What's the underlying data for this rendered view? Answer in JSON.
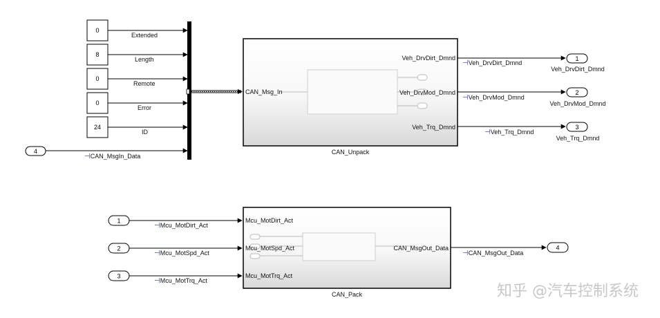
{
  "constants": [
    {
      "value": "0",
      "signal": "Extended"
    },
    {
      "value": "8",
      "signal": "Length"
    },
    {
      "value": "0",
      "signal": "Remote"
    },
    {
      "value": "0",
      "signal": "Error"
    },
    {
      "value": "24",
      "signal": "ID"
    }
  ],
  "inport_data": {
    "number": "4",
    "signal": "CAN_MsgIn_Data"
  },
  "unpack": {
    "name": "CAN_Unpack",
    "input_port": "CAN_Msg_In",
    "outputs": [
      "Veh_DrvDirt_Dmnd",
      "Veh_DrvMod_Dmnd",
      "Veh_Trq_Dmnd"
    ]
  },
  "unpack_out_signals": [
    "Veh_DrvDirt_Dmnd",
    "Veh_DrvMod_Dmnd",
    "Veh_Trq_Dmnd"
  ],
  "unpack_outports": [
    {
      "number": "1",
      "name": "Veh_DrvDirt_Dmnd"
    },
    {
      "number": "2",
      "name": "Veh_DrvMod_Dmnd"
    },
    {
      "number": "3",
      "name": "Veh_Trq_Dmnd"
    }
  ],
  "pack_inports": [
    {
      "number": "1",
      "signal": "Mcu_MotDirt_Act"
    },
    {
      "number": "2",
      "signal": "Mcu_MotSpd_Act"
    },
    {
      "number": "3",
      "signal": "Mcu_MotTrq_Act"
    }
  ],
  "pack": {
    "name": "CAN_Pack",
    "inputs": [
      "Mcu_MotDirt_Act",
      "Mcu_MotSpd_Act",
      "Mcu_MotTrq_Act"
    ],
    "output_port": "CAN_MsgOut_Data"
  },
  "pack_out": {
    "signal": "CAN_MsgOut_Data",
    "number": "4"
  },
  "watermark": "知乎 @汽车控制系统"
}
